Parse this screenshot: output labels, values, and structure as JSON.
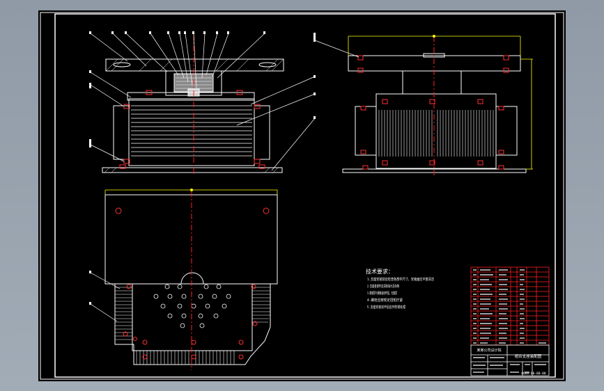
{
  "colors": {
    "canvas": "#000000",
    "frame": "#ffffff",
    "outline": "#ffffff",
    "centerline": "#ff2020",
    "dimension": "#ffff00",
    "leader": "#ffffff",
    "hatch": "#ffffff",
    "bolt": "#ff3030",
    "fill_gray": "#9a9a9a",
    "table": "#ff2020",
    "text": "#ffffff"
  },
  "drawing": {
    "views": [
      "front-section-view",
      "side-view",
      "plan-view"
    ],
    "notes_title": "技术要求：",
    "notes_lines": [
      "1.支座安装前应检查各部件尺寸，安装面应平整清洁",
      "2.支座各部件应清除油污及杂物",
      "3.橡胶层与钢板粘结牢固，无脱层",
      "4.螺栓应按规定扭矩拧紧",
      "5.支座安装完毕后应作防锈处理"
    ],
    "title_block": {
      "drawing_name": "组合支座装配图",
      "company": "某某公司设计院",
      "drawing_number": "0000-00-00-00"
    }
  }
}
